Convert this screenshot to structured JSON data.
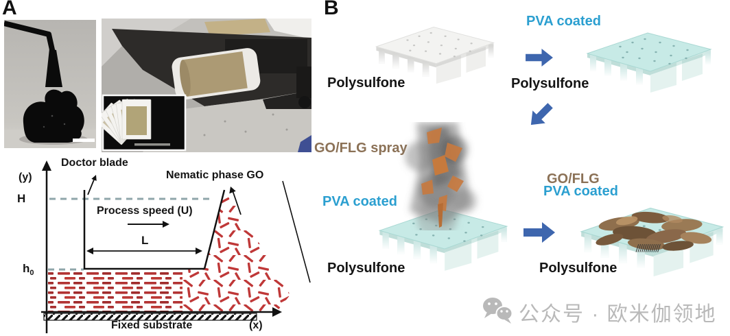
{
  "figure": {
    "panel_a_label": "A",
    "panel_b_label": "B"
  },
  "schematic": {
    "axis_y": "(y)",
    "axis_x": "(x)",
    "doctor_blade": "Doctor blade",
    "nematic_phase": "Nematic phase GO",
    "height_h": "H",
    "gap_h_main": "h",
    "gap_h_sub": "0",
    "process_speed": "Process speed (U)",
    "gap_length": "L",
    "fixed_substrate": "Fixed substrate"
  },
  "process_b": {
    "step1": {
      "label": "Polysulfone"
    },
    "step2": {
      "title": "PVA coated",
      "label": "Polysulfone"
    },
    "step3": {
      "title": "GO/FLG spray",
      "subtitle": "PVA coated",
      "label": "Polysulfone"
    },
    "step4": {
      "title_line1": "GO/FLG",
      "title_line2": "PVA coated",
      "label": "Polysulfone"
    }
  },
  "watermark": {
    "source": "公众号 · 欧米伽领地"
  },
  "colors": {
    "pva_label": "#2b9fd0",
    "goflg_label": "#8b7156",
    "arrow_blue": "#3e66ae",
    "go_flake_red": "#c03636",
    "watermark_gray": "#b9b9b9"
  }
}
